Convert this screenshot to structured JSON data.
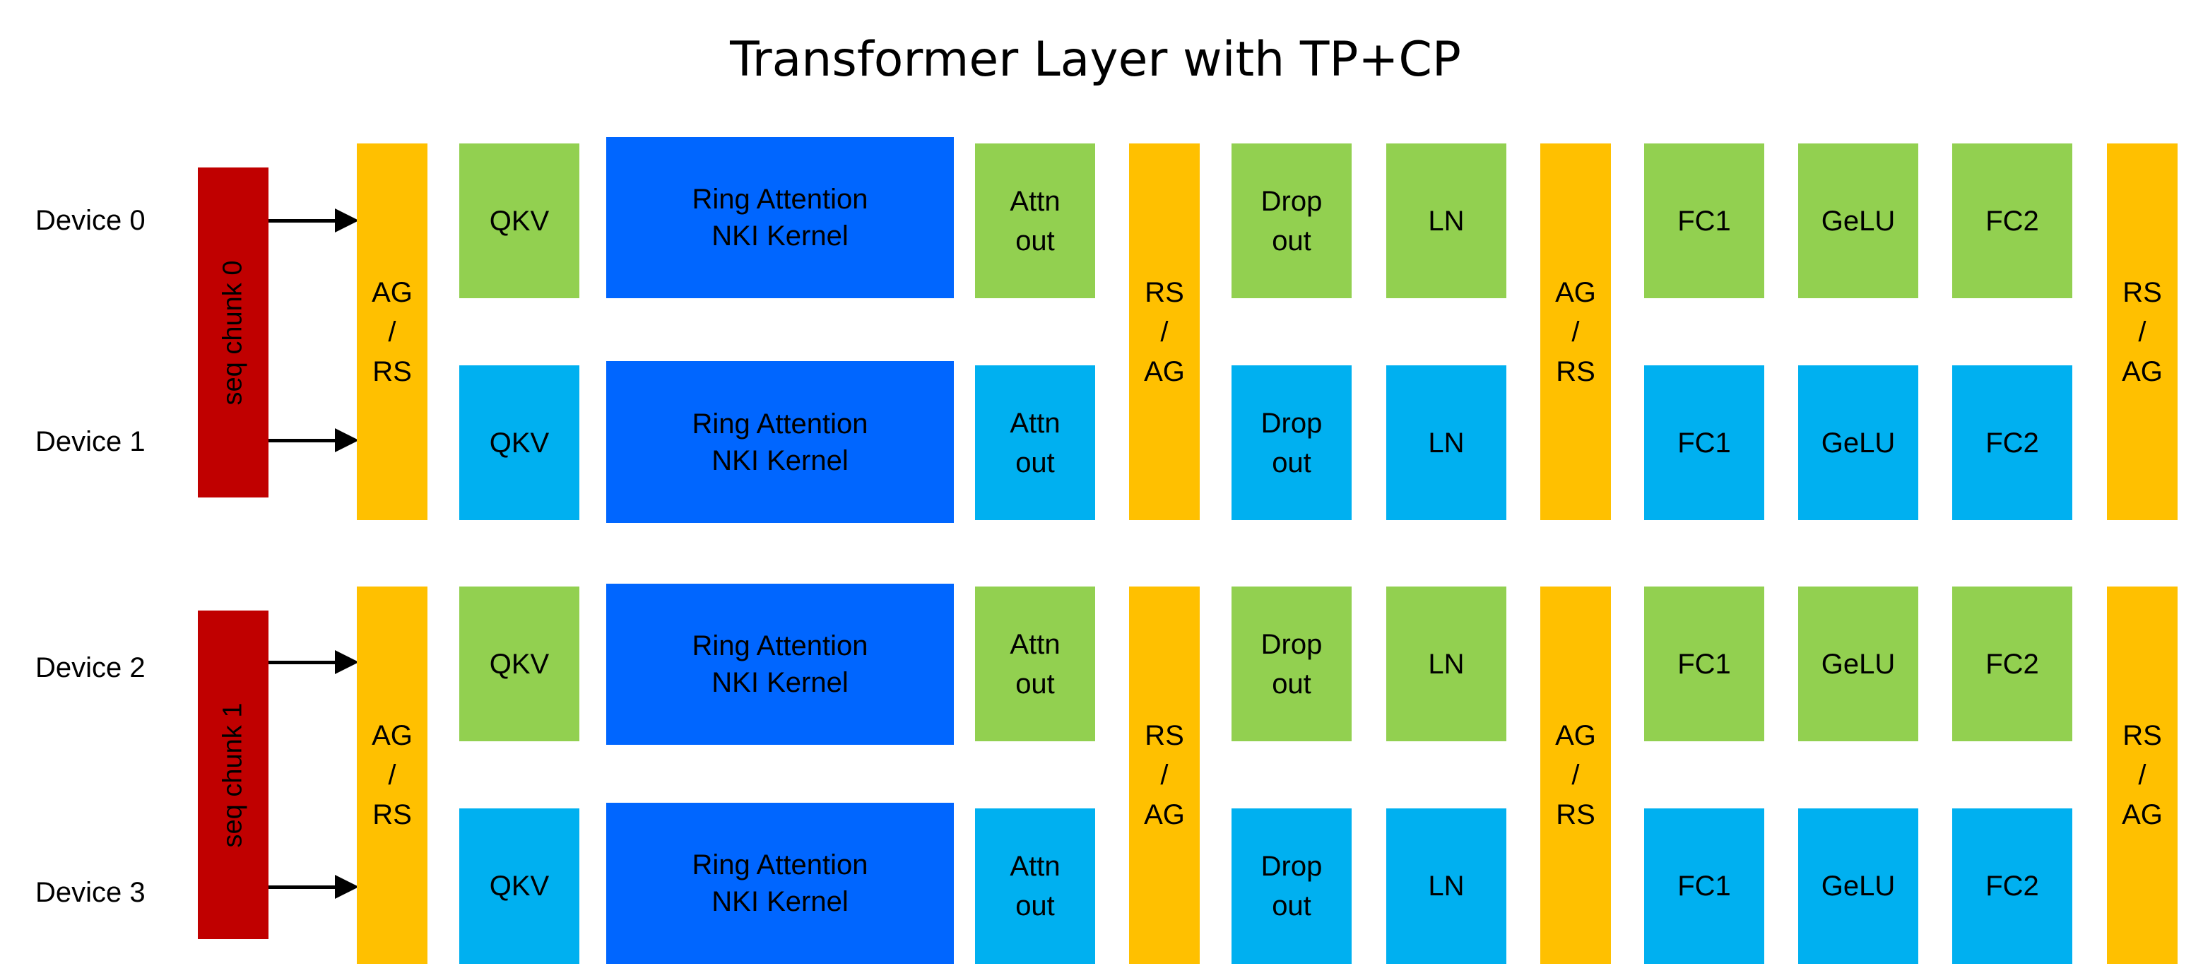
{
  "title": "Transformer Layer with TP+CP",
  "devices": [
    "Device 0",
    "Device 1",
    "Device 2",
    "Device 3"
  ],
  "chunks": [
    "seq chunk 0",
    "seq chunk 1"
  ],
  "comm": {
    "ag_rs": "AG\n/\nRS",
    "rs_ag": "RS\n/\nAG"
  },
  "ops": {
    "qkv": "QKV",
    "ring": "Ring Attention\nNKI Kernel",
    "attn_out": "Attn\nout",
    "dropout": "Drop\nout",
    "ln": "LN",
    "fc1": "FC1",
    "gelu": "GeLU",
    "fc2": "FC2"
  },
  "colors": {
    "even_device_ops": "#92d050",
    "odd_device_ops": "#00b0f0",
    "ring_attention": "#0066ff",
    "collective_comm": "#ffc000",
    "seq_chunk": "#c00000"
  }
}
